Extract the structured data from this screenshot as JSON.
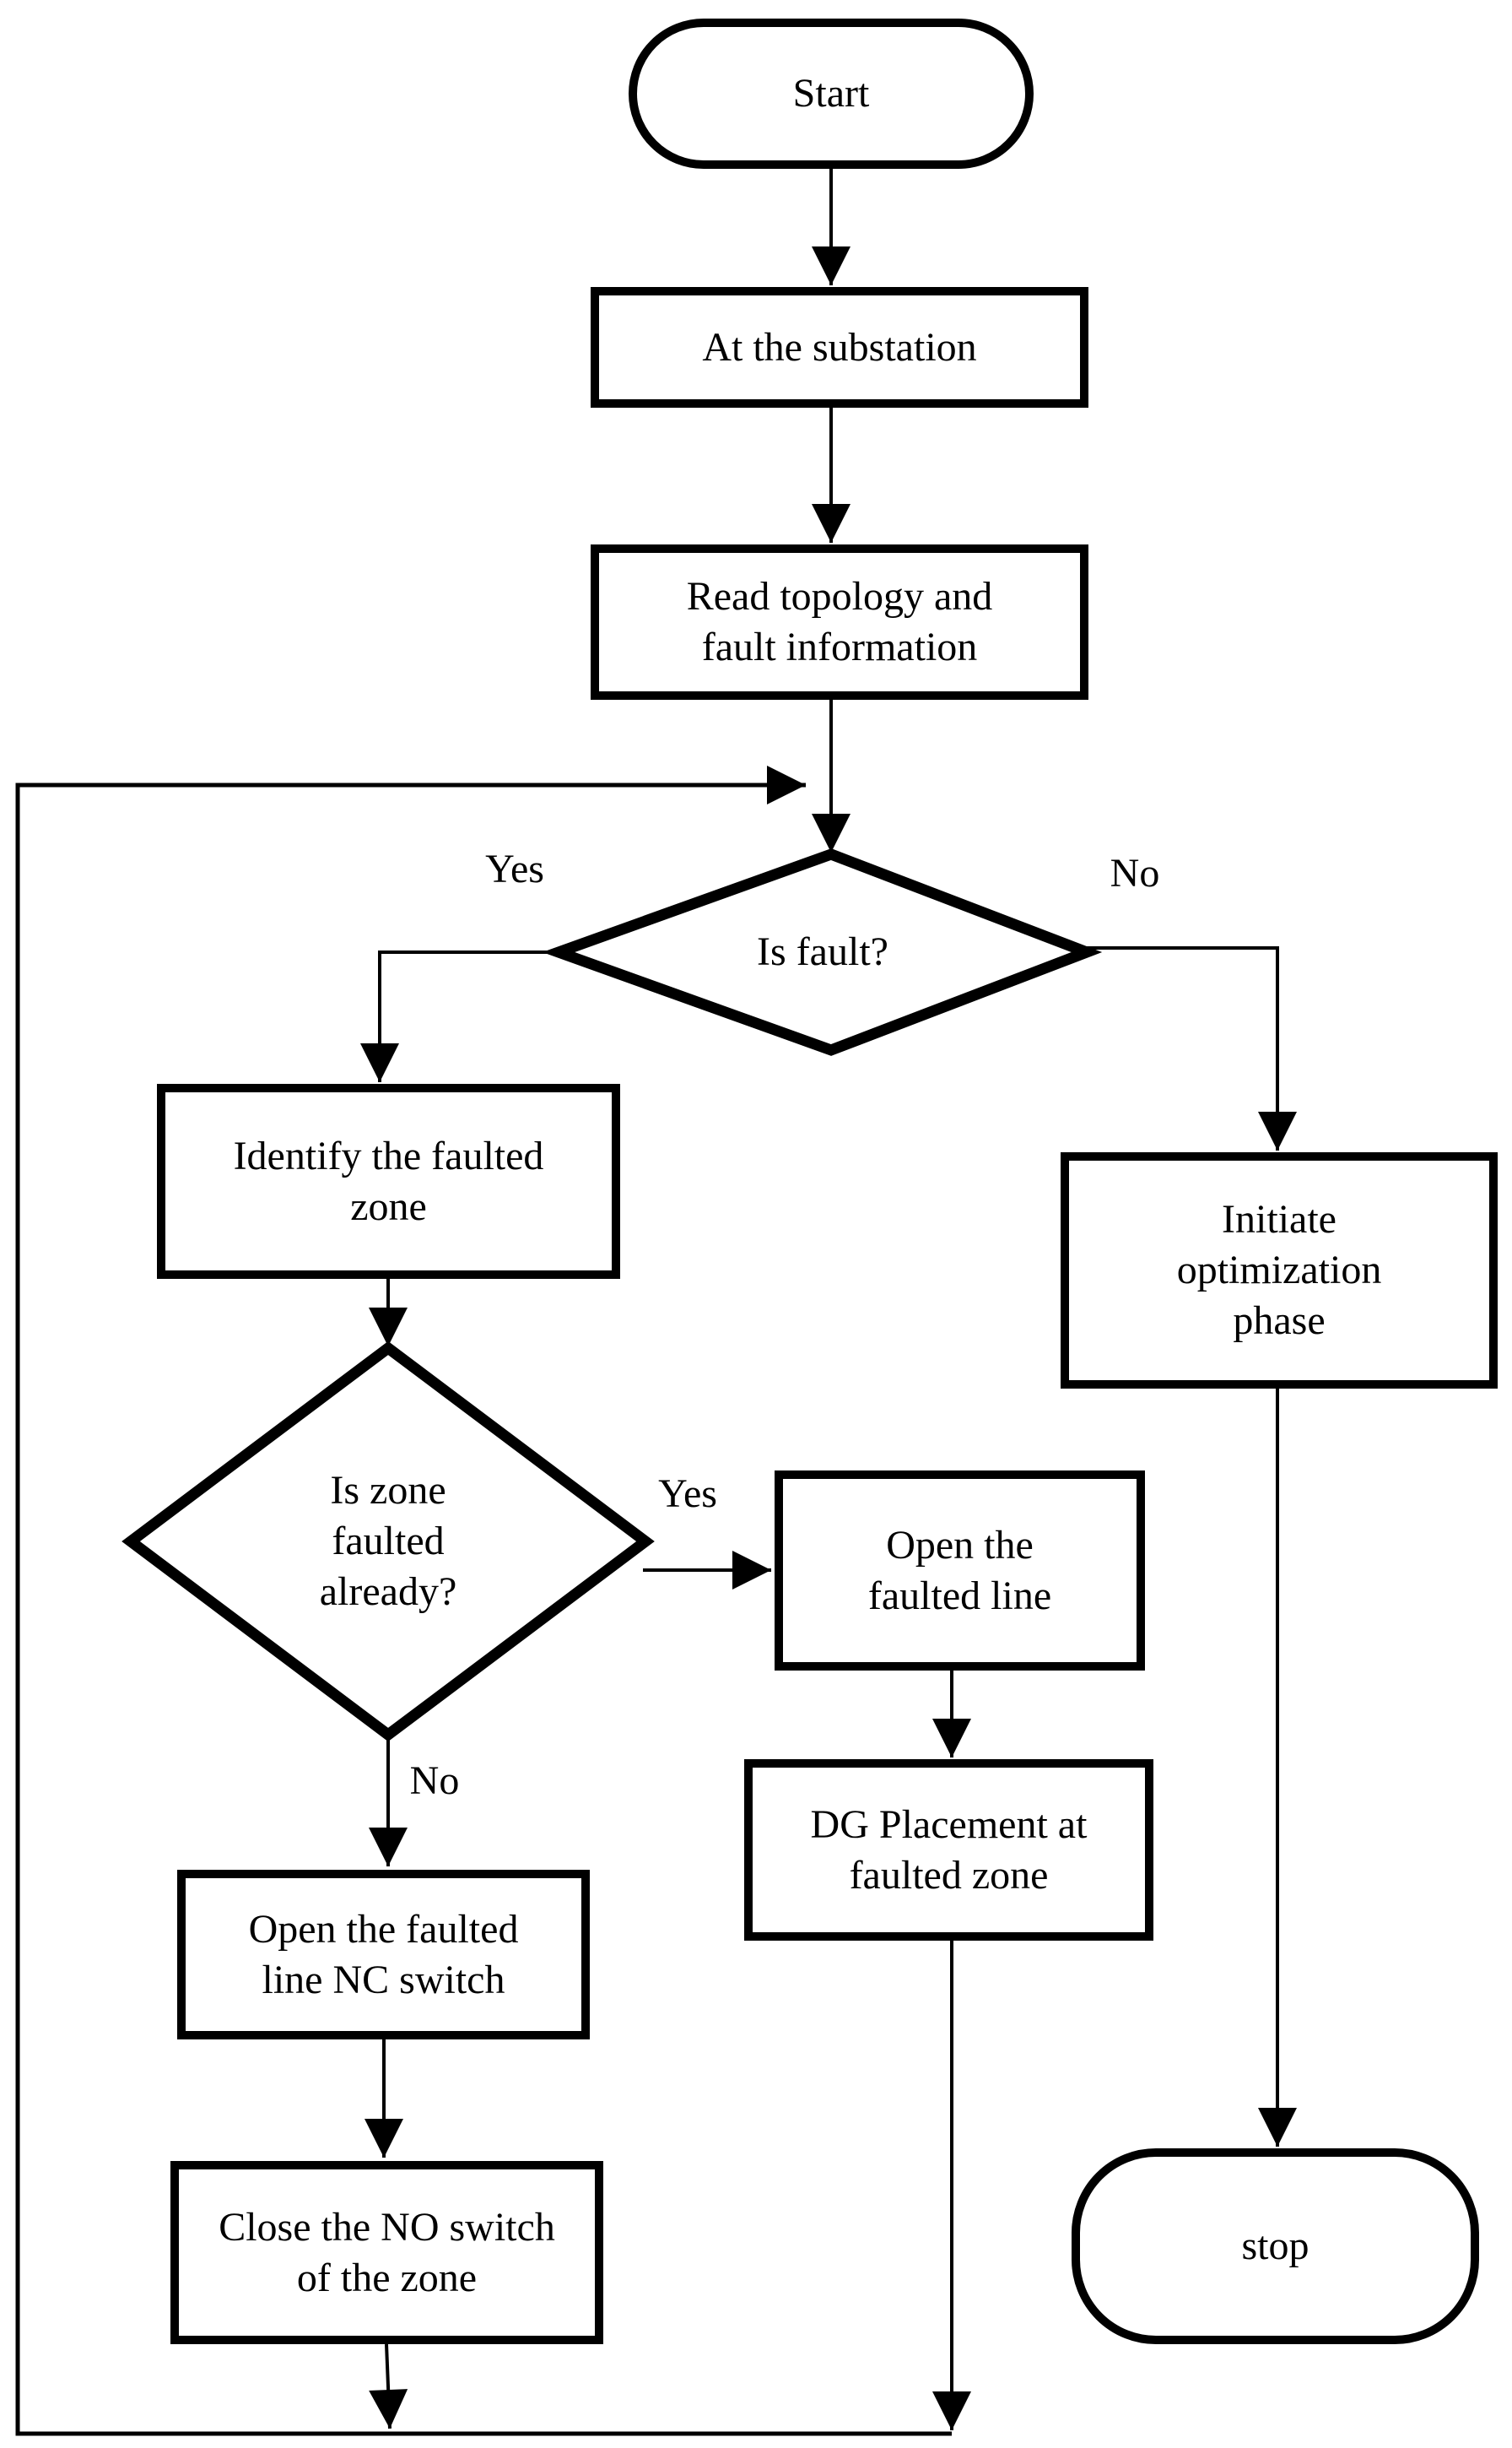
{
  "flowchart": {
    "colors": {
      "ink": "#000000",
      "paper": "#ffffff"
    },
    "nodes": {
      "start": {
        "label": "Start",
        "shape": "terminator"
      },
      "substation": {
        "label": "At the substation",
        "shape": "process"
      },
      "read_topology": {
        "label": "Read topology and fault information",
        "shape": "process"
      },
      "is_fault": {
        "label": "Is fault?",
        "shape": "decision"
      },
      "identify_zone": {
        "label": "Identify the faulted zone",
        "shape": "process"
      },
      "initiate_optimization": {
        "label": "Initiate optimization phase",
        "shape": "process"
      },
      "is_zone_faulted": {
        "label": "Is zone faulted already?",
        "shape": "decision"
      },
      "open_faulted_line": {
        "label": "Open the faulted line",
        "shape": "process"
      },
      "dg_placement": {
        "label": "DG Placement at faulted zone",
        "shape": "process"
      },
      "open_nc_switch": {
        "label": "Open the faulted line NC switch",
        "shape": "process"
      },
      "close_no_switch": {
        "label": "Close the NO switch of the zone",
        "shape": "process"
      },
      "stop": {
        "label": "stop",
        "shape": "terminator"
      }
    },
    "edge_labels": {
      "is_fault_yes": "Yes",
      "is_fault_no": "No",
      "is_zone_yes": "Yes",
      "is_zone_no": "No"
    }
  }
}
